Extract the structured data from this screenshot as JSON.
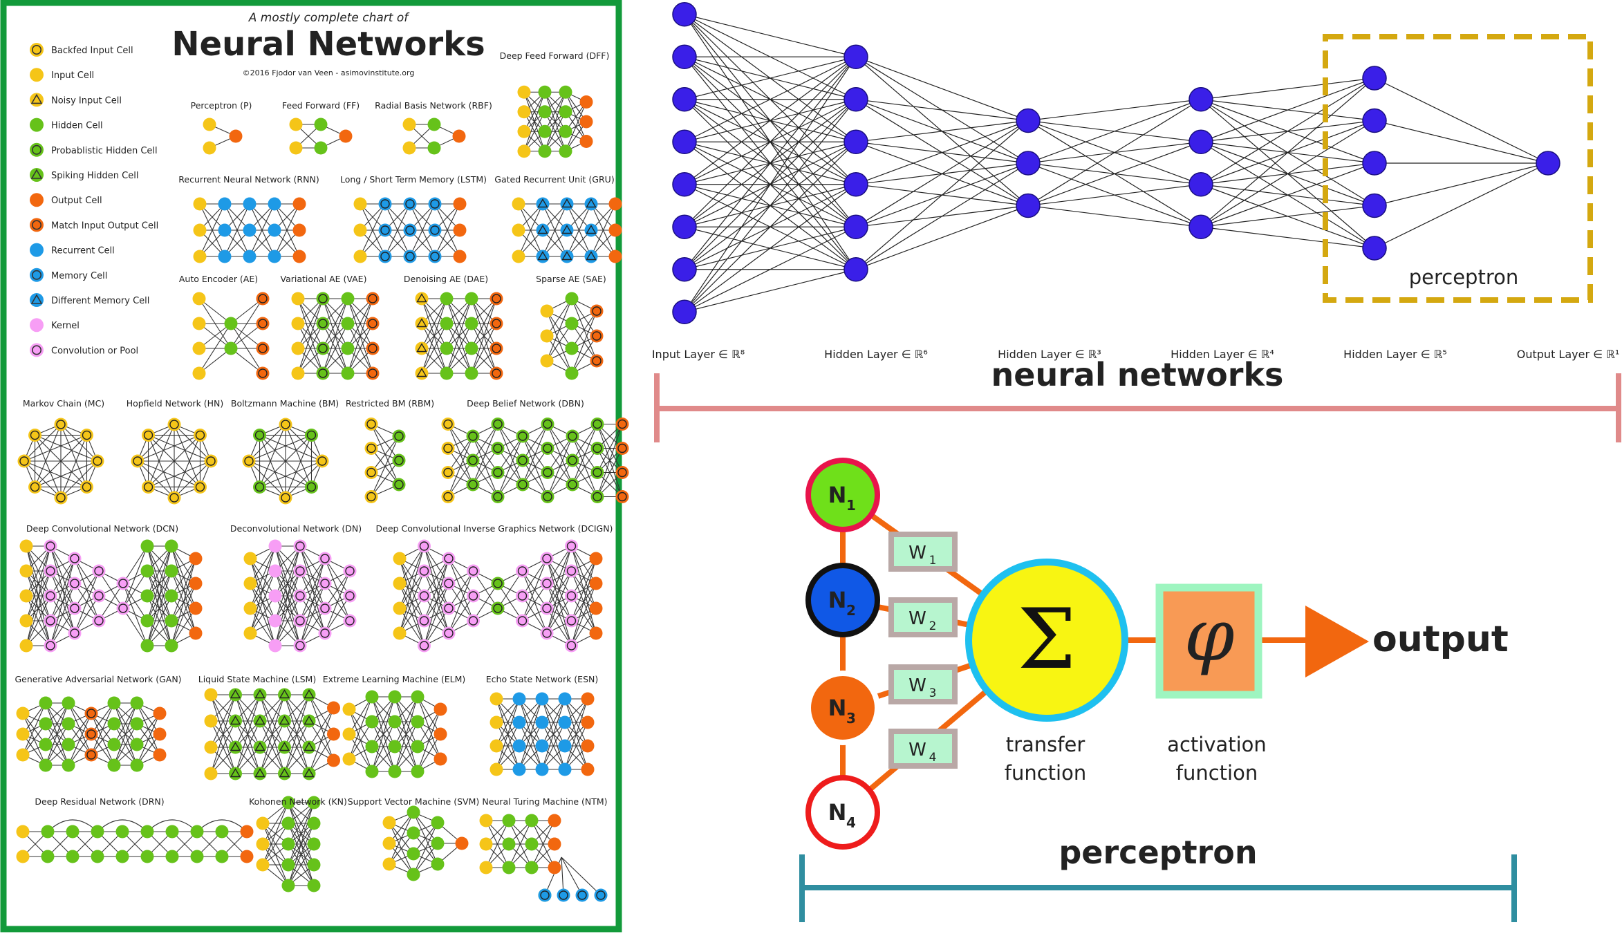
{
  "chart": {
    "subtitle": "A mostly complete chart of",
    "title": "Neural Networks",
    "copyright": "©2016 Fjodor van Veen - asimovinstitute.org",
    "border_color": "#129a3a"
  },
  "legend": [
    {
      "label": "Backfed Input Cell",
      "fill": "#f5c518",
      "ring": "#333",
      "shape": "ring"
    },
    {
      "label": "Input Cell",
      "fill": "#f5c518",
      "ring": "none",
      "shape": "plain"
    },
    {
      "label": "Noisy Input Cell",
      "fill": "#f5c518",
      "ring": "#333",
      "shape": "triangle"
    },
    {
      "label": "Hidden Cell",
      "fill": "#66c21a",
      "ring": "none",
      "shape": "plain"
    },
    {
      "label": "Probablistic Hidden Cell",
      "fill": "#66c21a",
      "ring": "#333",
      "shape": "ring"
    },
    {
      "label": "Spiking Hidden Cell",
      "fill": "#66c21a",
      "ring": "#333",
      "shape": "triangle"
    },
    {
      "label": "Output Cell",
      "fill": "#f2670f",
      "ring": "none",
      "shape": "plain"
    },
    {
      "label": "Match Input Output Cell",
      "fill": "#f2670f",
      "ring": "#333",
      "shape": "ring"
    },
    {
      "label": "Recurrent Cell",
      "fill": "#1e9ae6",
      "ring": "none",
      "shape": "plain"
    },
    {
      "label": "Memory Cell",
      "fill": "#1e9ae6",
      "ring": "#333",
      "shape": "ring"
    },
    {
      "label": "Different Memory Cell",
      "fill": "#1e9ae6",
      "ring": "#333",
      "shape": "triangle"
    },
    {
      "label": "Kernel",
      "fill": "#f79ef5",
      "ring": "none",
      "shape": "plain"
    },
    {
      "label": "Convolution or Pool",
      "fill": "#f79ef5",
      "ring": "#333",
      "shape": "ring"
    }
  ],
  "networks": [
    {
      "title": "Perceptron (P)"
    },
    {
      "title": "Feed Forward (FF)"
    },
    {
      "title": "Radial Basis Network (RBF)"
    },
    {
      "title": "Deep Feed Forward (DFF)"
    },
    {
      "title": "Recurrent Neural Network (RNN)"
    },
    {
      "title": "Long / Short Term Memory (LSTM)"
    },
    {
      "title": "Gated Recurrent Unit (GRU)"
    },
    {
      "title": "Auto Encoder (AE)"
    },
    {
      "title": "Variational AE (VAE)"
    },
    {
      "title": "Denoising AE (DAE)"
    },
    {
      "title": "Sparse AE (SAE)"
    },
    {
      "title": "Markov Chain (MC)"
    },
    {
      "title": "Hopfield Network (HN)"
    },
    {
      "title": "Boltzmann Machine (BM)"
    },
    {
      "title": "Restricted BM (RBM)"
    },
    {
      "title": "Deep Belief Network (DBN)"
    },
    {
      "title": "Deep Convolutional Network (DCN)"
    },
    {
      "title": "Deconvolutional Network (DN)"
    },
    {
      "title": "Deep Convolutional Inverse Graphics Network (DCIGN)"
    },
    {
      "title": "Generative Adversarial Network (GAN)"
    },
    {
      "title": "Liquid State Machine (LSM)"
    },
    {
      "title": "Extreme Learning Machine (ELM)"
    },
    {
      "title": "Echo State Network (ESN)"
    },
    {
      "title": "Deep Residual Network (DRN)"
    },
    {
      "title": "Kohonen Network (KN)"
    },
    {
      "title": "Support Vector Machine (SVM)"
    },
    {
      "title": "Neural Turing Machine (NTM)"
    }
  ],
  "deep_net": {
    "layer_sizes": [
      8,
      6,
      3,
      4,
      5,
      1
    ],
    "layer_labels": [
      "Input Layer ∈ ℝ⁸",
      "Hidden Layer ∈ ℝ⁶",
      "Hidden Layer ∈ ℝ³",
      "Hidden Layer ∈ ℝ⁴",
      "Hidden Layer ∈ ℝ⁵",
      "Output Layer ∈ ℝ¹"
    ],
    "node_color": "#3a1fe8",
    "box_label": "perceptron",
    "box_color": "#d4a810",
    "bracket_label": "neural networks",
    "bracket_color": "#e08a8a"
  },
  "perceptron": {
    "inputs": [
      {
        "label": "N",
        "sub": "1",
        "fill": "#6fe01a",
        "ring": "#e8144a"
      },
      {
        "label": "N",
        "sub": "2",
        "fill": "#1058e6",
        "ring": "#111111"
      },
      {
        "label": "N",
        "sub": "3",
        "fill": "#f2670f",
        "ring": "#ffffff"
      },
      {
        "label": "N",
        "sub": "4",
        "fill": "#ffffff",
        "ring": "#ee1c1c"
      }
    ],
    "weights": [
      {
        "label": "W",
        "sub": "1"
      },
      {
        "label": "W",
        "sub": "2"
      },
      {
        "label": "W",
        "sub": "3"
      },
      {
        "label": "W",
        "sub": "4"
      }
    ],
    "sum_symbol": "Σ",
    "activation_symbol": "φ",
    "transfer_label_1": "transfer",
    "transfer_label_2": "function",
    "activation_label_1": "activation",
    "activation_label_2": "function",
    "output_label": "output",
    "bracket_label": "perceptron",
    "bracket_color": "#2f8ea0",
    "line_color": "#f2670f"
  }
}
